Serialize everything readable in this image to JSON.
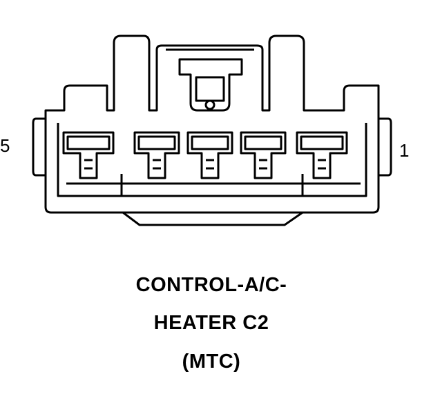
{
  "connector": {
    "pin_left_label": "5",
    "pin_right_label": "1",
    "title_lines": [
      "CONTROL-A/C-",
      "HEATER C2",
      "(MTC)"
    ],
    "terminal_count": 5
  }
}
